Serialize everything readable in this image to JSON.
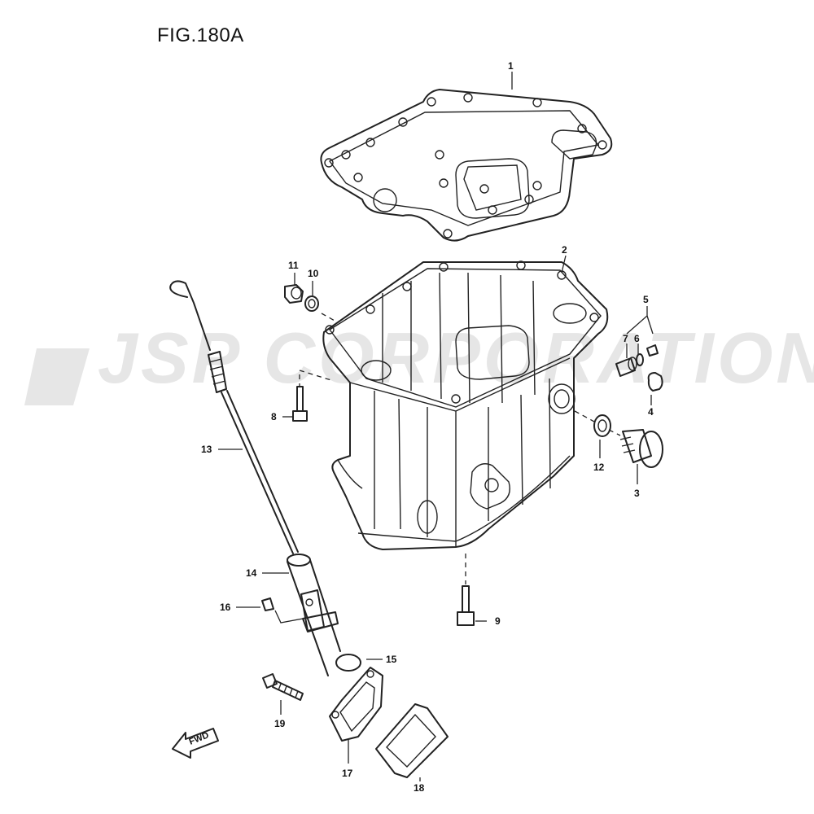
{
  "figure": {
    "title": "FIG.180A"
  },
  "watermark": {
    "text": "JSP CORPORATION",
    "color": "#e6e6e6"
  },
  "direction_marker": {
    "label": "FWD"
  },
  "callouts": [
    "1",
    "2",
    "3",
    "4",
    "5",
    "6",
    "7",
    "8",
    "9",
    "10",
    "11",
    "12",
    "13",
    "14",
    "15",
    "16",
    "17",
    "18",
    "19"
  ],
  "parts": [
    {
      "ref": "1",
      "name": "gasket-icon"
    },
    {
      "ref": "2",
      "name": "oil-pan-icon"
    },
    {
      "ref": "3",
      "name": "drain-plug-icon"
    },
    {
      "ref": "4",
      "name": "plug-icon"
    },
    {
      "ref": "6",
      "name": "o-ring-icon"
    },
    {
      "ref": "7",
      "name": "plug-icon"
    },
    {
      "ref": "8",
      "name": "bolt-icon"
    },
    {
      "ref": "9",
      "name": "bolt-icon"
    },
    {
      "ref": "10",
      "name": "washer-icon"
    },
    {
      "ref": "11",
      "name": "plug-icon"
    },
    {
      "ref": "12",
      "name": "washer-icon"
    },
    {
      "ref": "13",
      "name": "dipstick-icon"
    },
    {
      "ref": "14",
      "name": "guide-tube-icon"
    },
    {
      "ref": "15",
      "name": "o-ring-icon"
    },
    {
      "ref": "16",
      "name": "bolt-icon"
    },
    {
      "ref": "17",
      "name": "bracket-icon"
    },
    {
      "ref": "18",
      "name": "gasket-icon"
    },
    {
      "ref": "19",
      "name": "bolt-icon"
    }
  ]
}
